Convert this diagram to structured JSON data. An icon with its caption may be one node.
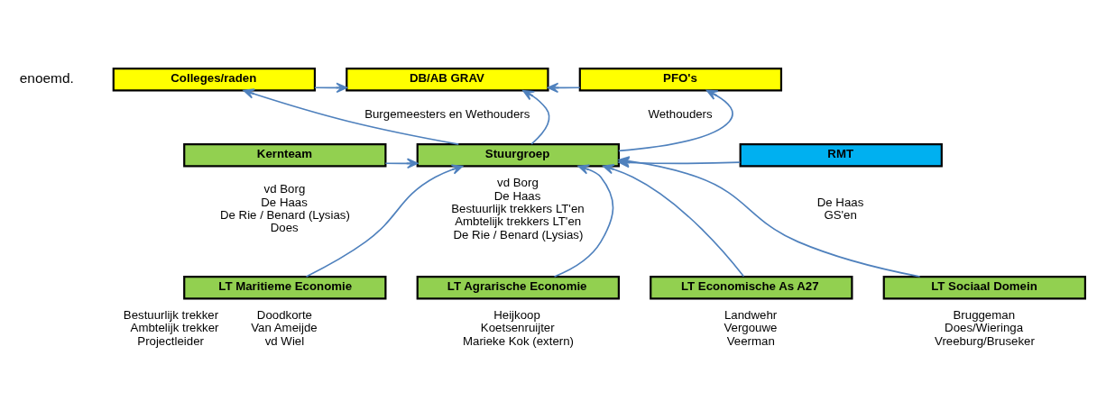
{
  "diagram": {
    "nodes": [
      {
        "text": [
          "Colleges/raden"
        ]
      },
      {
        "text": [
          "DB/AB GRAV"
        ],
        "beside": [
          "Burgemeesters en Wethouders"
        ]
      },
      {
        "text": [
          "PFO's"
        ],
        "beside": [
          "Wethouders"
        ]
      },
      {
        "text": [
          "Kernteam"
        ],
        "beside": [
          "vd Borg",
          "De Haas",
          "De Rie / Benard (Lysias)",
          "Does"
        ]
      },
      {
        "text": [
          "Stuurgroep"
        ],
        "beside": [
          "vd Borg",
          "De Haas",
          "Bestuurlijk trekkers LT'en",
          "Ambtelijk trekkers LT'en",
          "De Rie / Benard (Lysias)"
        ]
      },
      {
        "text": [
          "RMT"
        ],
        "beside": [
          "De Haas",
          "GS'en"
        ]
      },
      {
        "text": [
          "LT Maritieme Economie"
        ],
        "beside": [
          "Doodkorte",
          "Van Ameijde",
          "vd Wiel"
        ]
      },
      {
        "text": [
          "LT Agrarische Economie"
        ],
        "beside": [
          "Heijkoop",
          "Koetsenruijter",
          "Marieke Kok (extern)"
        ]
      },
      {
        "text": [
          "LT Economische As A27"
        ],
        "beside": [
          "Landwehr",
          "Vergouwe",
          "Veerman"
        ]
      },
      {
        "text": [
          "LT Sociaal Domein"
        ],
        "beside": [
          "Bruggeman",
          "Does/Wieringa",
          "Vreeburg/Bruseker"
        ]
      }
    ],
    "edges": [
      {
        "from": 0,
        "to": 1,
        "arrow": "to"
      },
      {
        "from": 2,
        "to": 1,
        "arrow": "to"
      },
      {
        "from": 4,
        "to": 0,
        "arrow": "to"
      },
      {
        "from": 4,
        "to": 1,
        "arrow": "to"
      },
      {
        "from": 4,
        "to": 2,
        "arrow": "to"
      },
      {
        "from": 3,
        "to": 4,
        "arrow": "to"
      },
      {
        "from": 5,
        "to": 4,
        "arrow": "to"
      },
      {
        "from": 6,
        "to": 4,
        "arrow": "to"
      },
      {
        "from": 7,
        "to": 4,
        "arrow": "to"
      },
      {
        "from": 8,
        "to": 4,
        "arrow": "to"
      },
      {
        "from": 9,
        "to": 4,
        "arrow": "to"
      }
    ],
    "labels": [
      "enoemd.",
      "Bestuurlijk trekker",
      "Ambtelijk trekker",
      "Projectleider"
    ]
  }
}
